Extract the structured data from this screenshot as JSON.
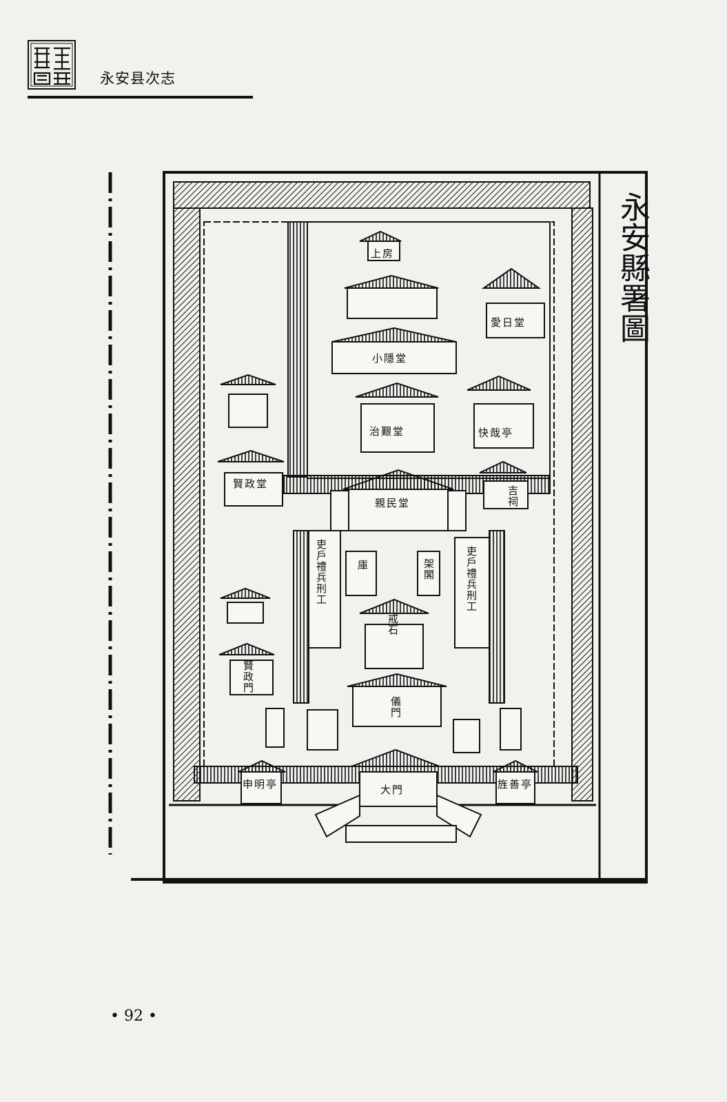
{
  "header": {
    "book_title": "永安县次志"
  },
  "map": {
    "title": "永安縣署圖",
    "buildings": {
      "top_small": "上房",
      "love_hall": "愛日堂",
      "inner_hall": "小隱堂",
      "governance_hall": "治艱堂",
      "pavilion_right": "快哉亭",
      "shrine_left": "賢政堂",
      "shrine_right": "吉祠",
      "main_hall": "親民堂",
      "gate_left": "賢政門",
      "instrument_gate": "儀門",
      "front_gate": "大門",
      "pavilion_left_bottom": "申明亭",
      "pavilion_right_bottom": "旌善亭",
      "west_offices": "吏戶禮兵刑工",
      "east_offices": "吏戶禮兵刑工",
      "center_pavilion": "戒石",
      "west_room": "庫",
      "east_room": "架閣"
    }
  },
  "footer": {
    "page_number": "• 92 •"
  }
}
